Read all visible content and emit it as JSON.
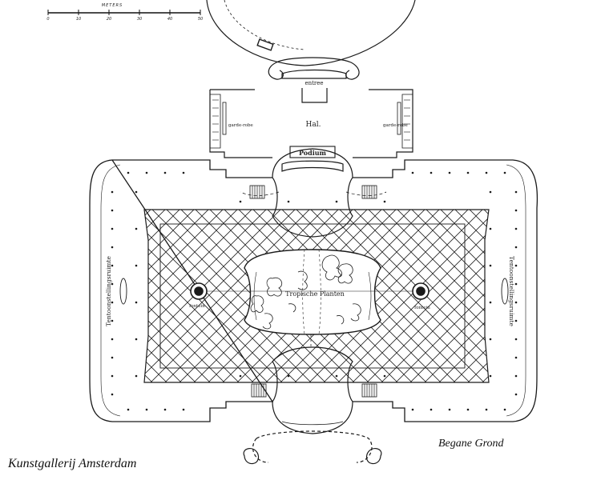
{
  "scale_bar": {
    "unit": "METERS",
    "ticks": [
      "0",
      "10",
      "20",
      "30",
      "40",
      "50"
    ]
  },
  "rooms": {
    "entrance": "entree",
    "hall": "Hal.",
    "cloakroom_left": "garde-robe",
    "cloakroom_right": "garde-robe",
    "podium": "Podium",
    "tropical": "Tropische Planten",
    "fountain_left": "fontein",
    "fountain_right": "fontein",
    "exhibit_left": "Tentoonstellingsruimte",
    "exhibit_right": "Tentoonstellingsruimte"
  },
  "captions": {
    "floor": "Begane Grond",
    "building": "Kunstgallerij Amsterdam"
  },
  "colors": {
    "ink": "#1a1a1a",
    "paper": "#ffffff"
  }
}
